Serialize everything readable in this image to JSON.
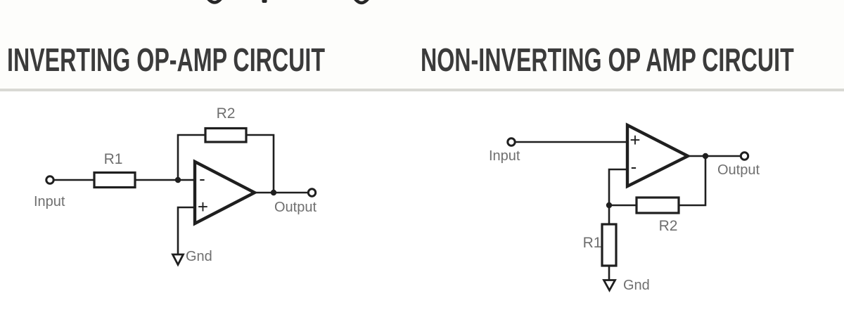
{
  "colors": {
    "wire": "#1f1f1f",
    "label": "#6f6f6f",
    "title": "#3b3b3b",
    "divider": "#d9d9d4"
  },
  "header": {
    "left_title": "INVERTING OP-AMP CIRCUIT",
    "right_title": "NON-INVERTING OP AMP CIRCUIT"
  },
  "left_circuit": {
    "labels": {
      "input": "Input",
      "output": "Output",
      "r1": "R1",
      "r2": "R2",
      "gnd": "Gnd",
      "plus": "+",
      "minus": "-"
    }
  },
  "right_circuit": {
    "labels": {
      "input": "Input",
      "output": "Output",
      "r1": "R1",
      "r2": "R2",
      "gnd": "Gnd",
      "plus": "+",
      "minus": "-"
    }
  }
}
